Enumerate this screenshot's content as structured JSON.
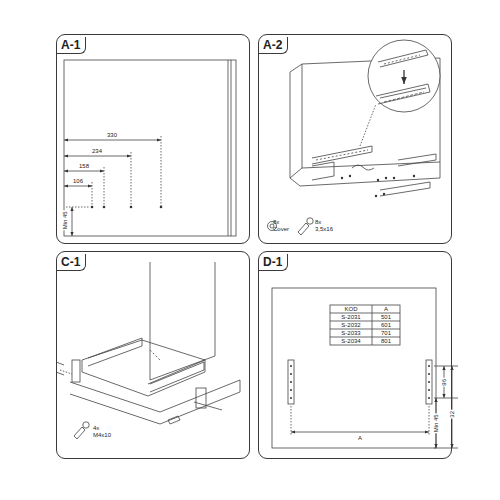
{
  "diagram": {
    "nodes": [
      {
        "text": [
          "A-1"
        ]
      },
      {
        "text": [
          "A-2"
        ]
      },
      {
        "text": [
          "C-1"
        ]
      },
      {
        "text": [
          "D-1"
        ]
      }
    ],
    "labels": [
      "330",
      "234",
      "158",
      "106",
      "Min 45",
      "8x Cover",
      "8x 3,5x16",
      "4x M4x10",
      "KOD",
      "A",
      "S-2031",
      "501",
      "S-2032",
      "601",
      "S-2033",
      "701",
      "S-2034",
      "801",
      "A",
      "Min 45",
      "96",
      "32"
    ]
  }
}
